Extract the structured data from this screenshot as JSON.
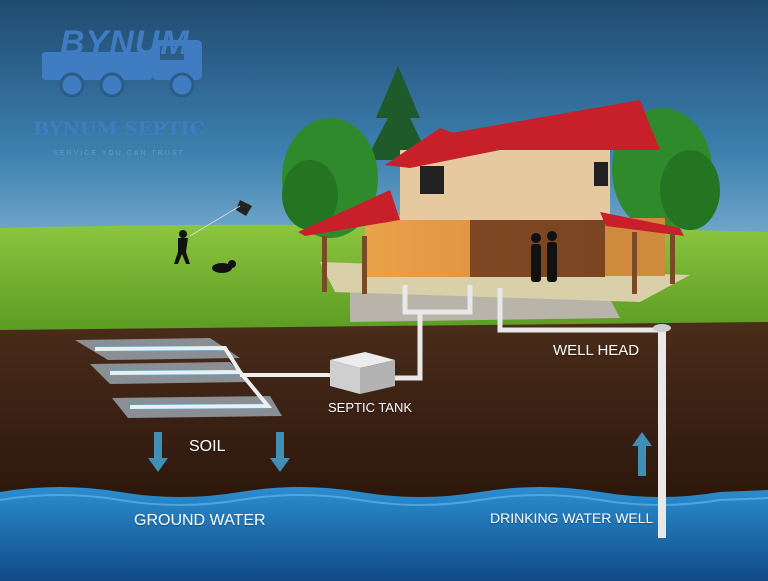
{
  "brand": {
    "logo_word": "BYNUM",
    "name": "BYNUM SEPTIC",
    "tagline": "SERVICE YOU CAN TRUST",
    "color": "#3f7cc2"
  },
  "labels": {
    "soil": "SOIL",
    "septic_tank": "SEPTIC TANK",
    "well_head": "WELL HEAD",
    "ground_water": "GROUND WATER",
    "drinking_water_well": "DRINKING WATER WELL"
  },
  "colors": {
    "sky": "#2a5c86",
    "grass": "#7dbb36",
    "soil": "#3d2416",
    "water": "#1f6fb0",
    "roof": "#c8202a",
    "pipe": "#e8e8e8",
    "arrow": "#3f8fb6"
  },
  "icons": [
    "truck-icon",
    "tree-icon",
    "kite-icon",
    "dog-icon",
    "arrow-down-icon",
    "arrow-up-icon"
  ]
}
